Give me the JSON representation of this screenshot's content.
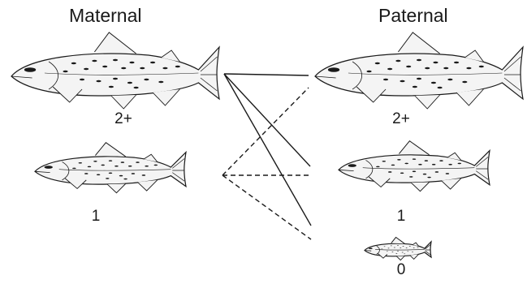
{
  "maternal": {
    "heading": "Maternal",
    "fish": [
      {
        "age_label": "2+"
      },
      {
        "age_label": "1"
      }
    ]
  },
  "paternal": {
    "heading": "Paternal",
    "fish": [
      {
        "age_label": "2+"
      },
      {
        "age_label": "1"
      },
      {
        "age_label": "0"
      }
    ]
  },
  "crosses": [
    {
      "maternal": "2+",
      "paternal": "2+",
      "line": "solid"
    },
    {
      "maternal": "2+",
      "paternal": "1",
      "line": "solid"
    },
    {
      "maternal": "2+",
      "paternal": "0",
      "line": "solid"
    },
    {
      "maternal": "1",
      "paternal": "2+",
      "line": "dashed"
    },
    {
      "maternal": "1",
      "paternal": "1",
      "line": "dashed"
    },
    {
      "maternal": "1",
      "paternal": "0",
      "line": "dashed"
    }
  ],
  "colors": {
    "ink": "#1a1a1a",
    "fish_fill": "#f4f4f4"
  }
}
